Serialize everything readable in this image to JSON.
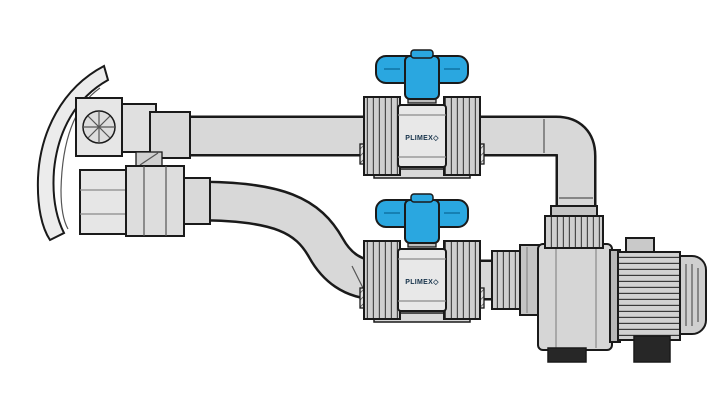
{
  "figure": {
    "kind": "pool-pump-plumbing-illustration",
    "valves": [
      {
        "label": "PLIMEX◇"
      },
      {
        "label": "PLIMEX◇"
      }
    ],
    "colors": {
      "background": "#ffffff",
      "outline": "#1a1a1a",
      "pipe": "#d8d8d8",
      "fitting": "#e9e9e9",
      "union_nut": "#cfcfcf",
      "handle_blue": "#2aa7e0",
      "base_dark": "#272727"
    }
  }
}
